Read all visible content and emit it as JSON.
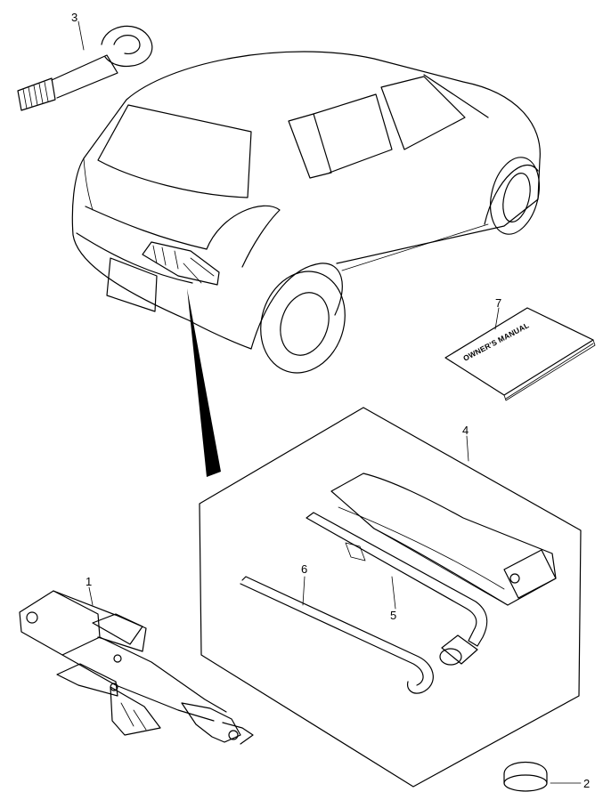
{
  "callouts": {
    "jack": "1",
    "ring": "2",
    "tow_hook": "3",
    "tool_bag": "4",
    "wheel_wrench": "5",
    "jack_handle": "6",
    "manual": "7"
  },
  "manual_cover_text": "OWNER'S MANUAL"
}
